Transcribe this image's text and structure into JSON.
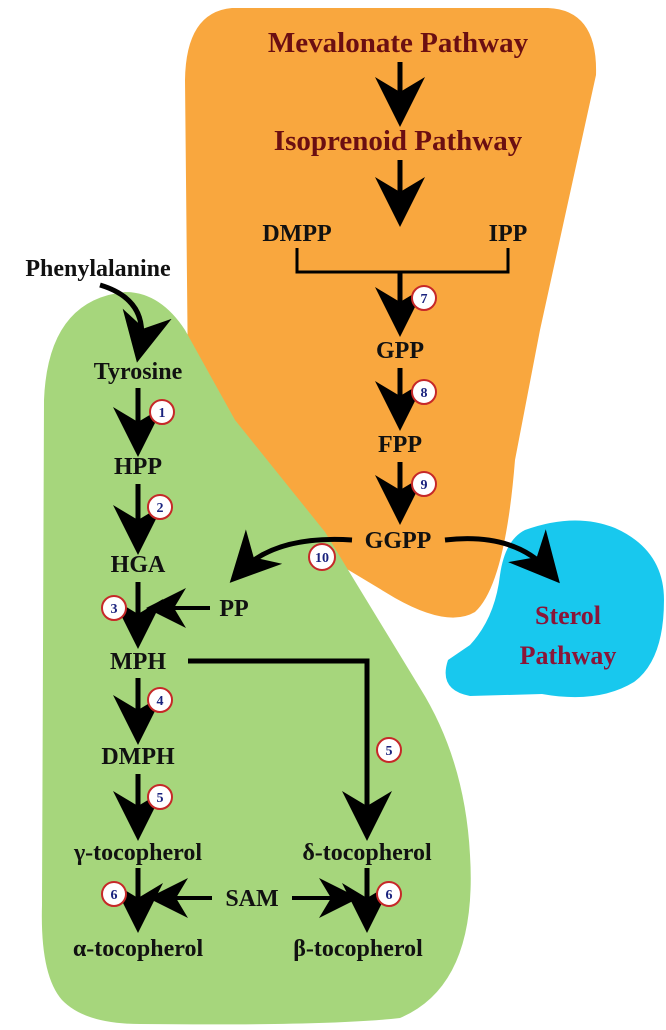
{
  "regions": {
    "orange_fill": "#F9A73E",
    "green_fill": "#A6D67C",
    "cyan_fill": "#18C8EE",
    "heading_color": "#6B0F12",
    "sterol_color": "#8A1538",
    "enzyme_ring": "#C62828",
    "enzyme_text": "#1A237E"
  },
  "labels": {
    "mevalonate": "Mevalonate Pathway",
    "isoprenoid": "Isoprenoid Pathway",
    "dmpp": "DMPP",
    "ipp": "IPP",
    "gpp": "GPP",
    "fpp": "FPP",
    "ggpp": "GGPP",
    "phenylalanine": "Phenylalanine",
    "tyrosine": "Tyrosine",
    "hpp": "HPP",
    "hga": "HGA",
    "pp": "PP",
    "mph": "MPH",
    "dmph": "DMPH",
    "gamma": "γ-tocopherol",
    "delta": "δ-tocopherol",
    "sam": "SAM",
    "alpha": "α-tocopherol",
    "beta": "β-tocopherol",
    "sterol_line1": "Sterol",
    "sterol_line2": "Pathway"
  },
  "enzymes": {
    "e1": "1",
    "e2": "2",
    "e3": "3",
    "e4": "4",
    "e5a": "5",
    "e5b": "5",
    "e6a": "6",
    "e6b": "6",
    "e7": "7",
    "e8": "8",
    "e9": "9",
    "e10": "10"
  }
}
